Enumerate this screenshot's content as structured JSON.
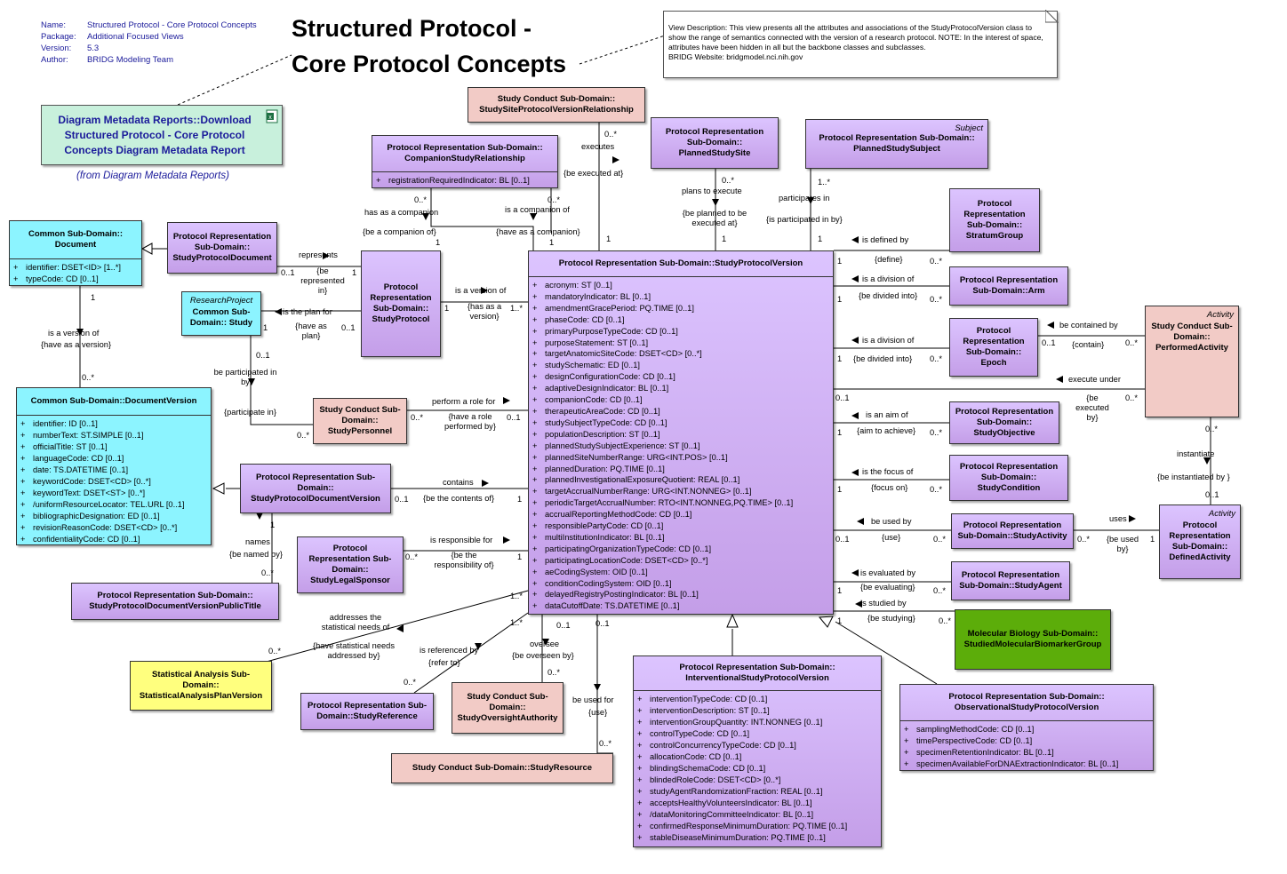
{
  "meta": {
    "name_label": "Name:",
    "name": "Structured Protocol - Core Protocol Concepts",
    "package_label": "Package:",
    "package": "Additional Focused Views",
    "version_label": "Version:",
    "version": "5.3",
    "author_label": "Author:",
    "author": "BRIDG Modeling Team"
  },
  "title": {
    "line1": "Structured Protocol -",
    "line2": "Core Protocol Concepts"
  },
  "note": {
    "text": "View Description:  This view presents all the attributes and associations of the StudyProtocolVersion class to show the range of semantics connected with the version of a research protocol.  NOTE:  In the interest of space, attributes have been hidden in all but the backbone classes and subclasses.",
    "website": "BRIDG Website:  bridgmodel.nci.nih.gov"
  },
  "report": {
    "title": "Diagram Metadata Reports::Download Structured Protocol - Core Protocol Concepts Diagram Metadata Report",
    "from": "(from Diagram Metadata Reports)"
  },
  "classes": {
    "ssprv": {
      "name": "Study Conduct Sub-Domain:: StudySiteProtocolVersionRelationship"
    },
    "csr": {
      "name": "Protocol Representation Sub-Domain:: CompanionStudyRelationship",
      "attrs": [
        "registrationRequiredIndicator: BL [0..1]"
      ]
    },
    "pss": {
      "name": "Protocol Representation Sub-Domain:: PlannedStudySite"
    },
    "psubj": {
      "stereotype": "Subject",
      "name": "Protocol Representation Sub-Domain:: PlannedStudySubject"
    },
    "doc": {
      "name": "Common Sub-Domain:: Document",
      "attrs": [
        "identifier: DSET<ID> [1..*]",
        "typeCode: CD [0..1]"
      ]
    },
    "spd": {
      "name": "Protocol Representation Sub-Domain:: StudyProtocolDocument"
    },
    "sp": {
      "name": "Protocol Representation Sub-Domain:: StudyProtocol"
    },
    "study": {
      "stereotype": "ResearchProject",
      "name": "Common Sub-Domain:: Study"
    },
    "docver": {
      "name": "Common Sub-Domain::DocumentVersion",
      "attrs": [
        "identifier: ID [0..1]",
        "numberText: ST.SIMPLE [0..1]",
        "officialTitle: ST [0..1]",
        "languageCode: CD [0..1]",
        "date: TS.DATETIME [0..1]",
        "keywordCode: DSET<CD> [0..*]",
        "keywordText: DSET<ST> [0..*]",
        "/uniformResourceLocator: TEL.URL [0..1]",
        "bibliographicDesignation: ED [0..1]",
        "revisionReasonCode: DSET<CD> [0..*]",
        "confidentialityCode: CD [0..1]"
      ]
    },
    "spers": {
      "name": "Study Conduct Sub-Domain:: StudyPersonnel"
    },
    "spdv": {
      "name": "Protocol Representation Sub-Domain:: StudyProtocolDocumentVersion"
    },
    "sls": {
      "name": "Protocol Representation Sub-Domain:: StudyLegalSponsor"
    },
    "spdvpt": {
      "name": "Protocol Representation Sub-Domain:: StudyProtocolDocumentVersionPublicTitle"
    },
    "sapv": {
      "name": "Statistical Analysis Sub-Domain:: StatisticalAnalysisPlanVersion"
    },
    "sref": {
      "name": "Protocol Representation Sub-Domain::StudyReference"
    },
    "soa": {
      "name": "Study Conduct Sub-Domain:: StudyOversightAuthority"
    },
    "sres": {
      "name": "Study Conduct Sub-Domain::StudyResource"
    },
    "spv": {
      "name": "Protocol Representation Sub-Domain::StudyProtocolVersion",
      "attrs": [
        "acronym: ST [0..1]",
        "mandatoryIndicator: BL [0..1]",
        "amendmentGracePeriod: PQ.TIME [0..1]",
        "phaseCode: CD [0..1]",
        "primaryPurposeTypeCode: CD [0..1]",
        "purposeStatement: ST [0..1]",
        "targetAnatomicSiteCode: DSET<CD> [0..*]",
        "studySchematic: ED [0..1]",
        "designConfigurationCode: CD [0..1]",
        "adaptiveDesignIndicator: BL [0..1]",
        "companionCode: CD [0..1]",
        "therapeuticAreaCode: CD [0..1]",
        "studySubjectTypeCode: CD [0..1]",
        "populationDescription: ST [0..1]",
        "plannedStudySubjectExperience: ST [0..1]",
        "plannedSiteNumberRange: URG<INT.POS> [0..1]",
        "plannedDuration: PQ.TIME [0..1]",
        "plannedInvestigationalExposureQuotient: REAL [0..1]",
        "targetAccrualNumberRange: URG<INT.NONNEG> [0..1]",
        "periodicTargetAccrualNumber: RTO<INT.NONNEG,PQ.TIME> [0..1]",
        "accrualReportingMethodCode: CD [0..1]",
        "responsiblePartyCode: CD [0..1]",
        "multiInstitutionIndicator: BL [0..1]",
        "participatingOrganizationTypeCode: CD [0..1]",
        "participatingLocationCode: DSET<CD> [0..*]",
        "aeCodingSystem: OID [0..1]",
        "conditionCodingSystem: OID [0..1]",
        "delayedRegistryPostingIndicator: BL [0..1]",
        "dataCutoffDate: TS.DATETIME [0..1]"
      ]
    },
    "isv": {
      "name": "Protocol Representation Sub-Domain:: InterventionalStudyProtocolVersion",
      "attrs": [
        "interventionTypeCode: CD [0..1]",
        "interventionDescription: ST [0..1]",
        "interventionGroupQuantity: INT.NONNEG [0..1]",
        "controlTypeCode: CD [0..1]",
        "controlConcurrencyTypeCode: CD [0..1]",
        "allocationCode: CD [0..1]",
        "blindingSchemaCode: CD [0..1]",
        "blindedRoleCode: DSET<CD> [0..*]",
        "studyAgentRandomizationFraction: REAL [0..1]",
        "acceptsHealthyVolunteersIndicator: BL [0..1]",
        "/dataMonitoringCommitteeIndicator: BL [0..1]",
        "confirmedResponseMinimumDuration: PQ.TIME [0..1]",
        "stableDiseaseMinimumDuration: PQ.TIME [0..1]"
      ]
    },
    "osv": {
      "name": "Protocol Representation Sub-Domain:: ObservationalStudyProtocolVersion",
      "attrs": [
        "samplingMethodCode: CD [0..1]",
        "timePerspectiveCode: CD [0..1]",
        "specimenRetentionIndicator: BL [0..1]",
        "specimenAvailableForDNAExtractionIndicator: BL [0..1]"
      ]
    },
    "stratum": {
      "name": "Protocol Representation Sub-Domain:: StratumGroup"
    },
    "arm": {
      "name": "Protocol Representation Sub-Domain::Arm"
    },
    "epoch": {
      "name": "Protocol Representation Sub-Domain:: Epoch"
    },
    "pact": {
      "stereotype": "Activity",
      "name": "Study Conduct Sub-Domain:: PerformedActivity"
    },
    "sobj": {
      "name": "Protocol Representation Sub-Domain:: StudyObjective"
    },
    "scond": {
      "name": "Protocol Representation Sub-Domain:: StudyCondition"
    },
    "sact": {
      "name": "Protocol Representation Sub-Domain::StudyActivity"
    },
    "dact": {
      "stereotype": "Activity",
      "name": "Protocol Representation Sub-Domain:: DefinedActivity"
    },
    "sagent": {
      "name": "Protocol Representation Sub-Domain::StudyAgent"
    },
    "smbg": {
      "name": "Molecular Biology Sub-Domain:: StudiedMolecularBiomarkerGroup"
    }
  },
  "labels": {
    "executes": "executes",
    "be_executed_at": "{be executed at}",
    "m_0s": "0..*",
    "m_1": "1",
    "m_0_1": "0..1",
    "m_1s": "1..*",
    "has_as_companion": "has as a companion",
    "be_companion_of": "{be a companion of}",
    "is_companion_of": "is a companion of",
    "have_as_companion": "{have as a companion}",
    "plans_to_execute": "plans to execute",
    "be_planned": "{be planned to be executed at}",
    "participates_in": "participates in",
    "is_participated": "{is participated in by}",
    "represents": "represents",
    "be_represented": "{be represented in}",
    "is_version_of": "is a version of",
    "has_as_version": "{has as a version}",
    "is_plan_for": "is the plan for",
    "have_as_plan": "{have as plan}",
    "is_version_of2": "is a version of",
    "have_as_version2": "{have as a version}",
    "be_participated": "be participated in by",
    "participate_in": "{participate in}",
    "perform_role": "perform a role for",
    "have_role": "{have a role performed by}",
    "contains": "contains",
    "be_contents": "{be the contents of}",
    "names": "names",
    "be_named": "{be named by}",
    "is_responsible": "is responsible for",
    "be_responsibility": "{be the responsibility of}",
    "addresses_stat": "addresses the statistical needs of",
    "have_stat": "{have statistical needs addressed by}",
    "is_referenced": "is referenced by",
    "refer_to": "{refer to}",
    "oversee": "oversee",
    "be_overseen": "{be overseen by}",
    "be_used_for": "be used for",
    "use": "{use}",
    "is_defined_by": "is defined by",
    "define": "{define}",
    "is_division": "is a division of",
    "be_divided": "{be divided into}",
    "is_division2": "is a division of",
    "be_divided2": "{be divided into}",
    "be_contained": "be contained by",
    "contain": "{contain}",
    "execute_under": "execute under",
    "be_executed_by": "{be executed by}",
    "is_aim": "is an aim of",
    "aim_achieve": "{aim to achieve}",
    "is_focus": "is the focus of",
    "focus_on": "{focus on}",
    "be_used_by": "be used by",
    "use2": "{use}",
    "uses": "uses",
    "be_used_by2": "{be used by}",
    "instantiate": "instantiate",
    "be_instantiated": "{be instantiated by }",
    "is_evaluated": "is evaluated by",
    "be_evaluating": "{be evaluating}",
    "is_studied": "is studied by",
    "be_studying": "{be studying}"
  }
}
